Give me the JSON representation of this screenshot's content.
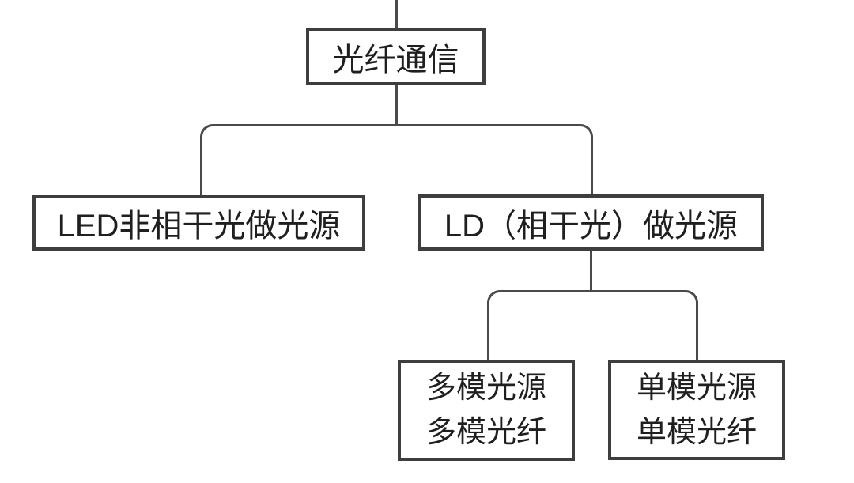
{
  "diagram": {
    "type": "tree-flowchart",
    "root": {
      "label": "光纤通信"
    },
    "children": [
      {
        "label": "LED非相干光做光源"
      },
      {
        "label": "LD（相干光）做光源"
      }
    ],
    "grandchildren": [
      {
        "parent": "LD（相干光）做光源",
        "line1": "多模光源",
        "line2": "多模光纤"
      },
      {
        "parent": "LD（相干光）做光源",
        "line1": "单模光源",
        "line2": "单模光纤"
      }
    ],
    "colors": {
      "background": "#ffffff",
      "border": "#3e3e3e",
      "line": "#4a4a4a",
      "text": "#1f1f1f"
    }
  }
}
